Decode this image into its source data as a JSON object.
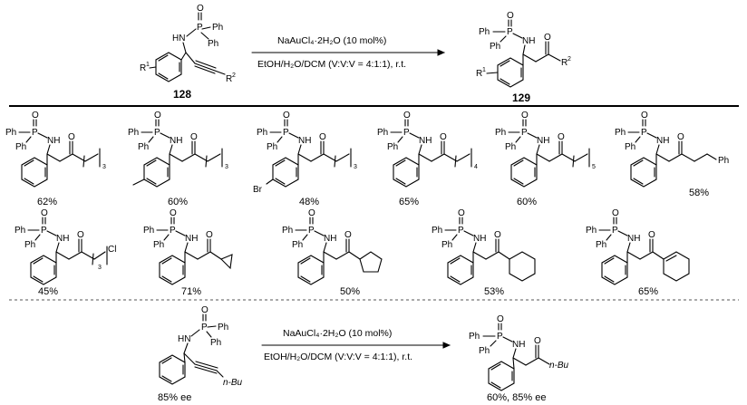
{
  "reaction_top": {
    "reagent": "NaAuCl₄·2H₂O (10 mol%)",
    "solvent": "EtOH/H₂O/DCM (V:V:V = 4:1:1), r.t.",
    "sm_label": "128",
    "product_label": "129"
  },
  "atoms": {
    "ph": "Ph",
    "p": "P",
    "o": "O",
    "hn": "HN",
    "nh": "NH",
    "r1": "R",
    "r1_sup": "1",
    "r2": "R",
    "r2_sup": "2",
    "br": "Br",
    "cl": "Cl",
    "nbu": "n-Bu",
    "sub3": "3",
    "sub4": "4",
    "sub5": "5"
  },
  "yields": [
    "62%",
    "60%",
    "48%",
    "65%",
    "60%",
    "58%",
    "45%",
    "71%",
    "50%",
    "53%",
    "65%"
  ],
  "reaction_bottom": {
    "reagent": "NaAuCl₄·2H₂O (10 mol%)",
    "solvent": "EtOH/H₂O/DCM (V:V:V = 4:1:1), r.t.",
    "sm_ee": "85% ee",
    "product_result": "60%, 85% ee"
  }
}
